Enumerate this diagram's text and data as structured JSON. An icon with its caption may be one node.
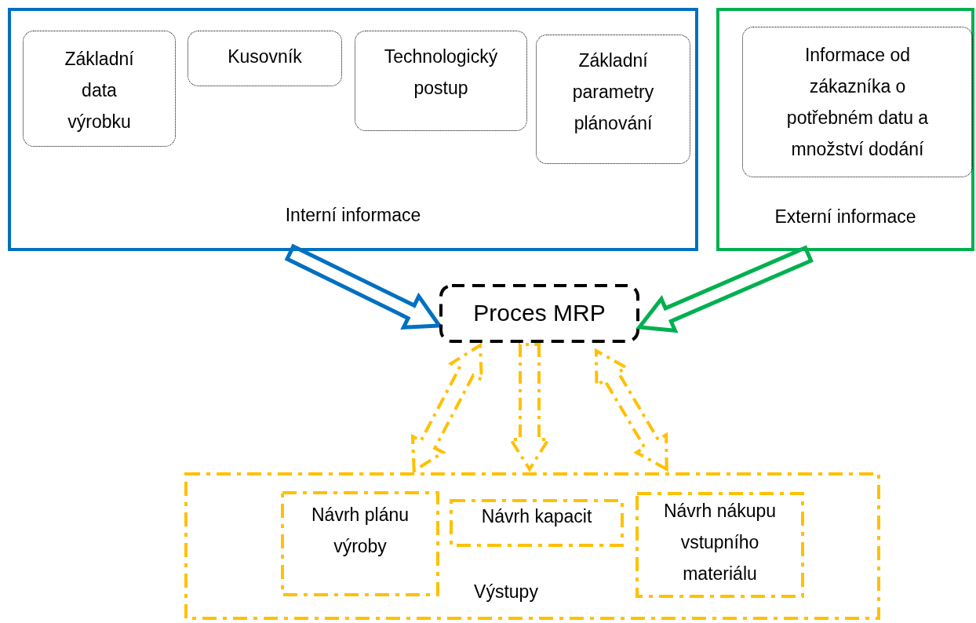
{
  "diagram": {
    "nodes": [
      {
        "text": [
          "Interní informace"
        ]
      },
      {
        "text": [
          "Základní data výrobku"
        ],
        "in": 0
      },
      {
        "text": [
          "Kusovník"
        ],
        "in": 0
      },
      {
        "text": [
          "Technologický postup"
        ],
        "in": 0
      },
      {
        "text": [
          "Základní parametry plánování"
        ],
        "in": 0
      },
      {
        "text": [
          "Externí informace"
        ]
      },
      {
        "text": [
          "Informace od zákazníka o potřebném datu a množství dodání"
        ],
        "in": 5
      },
      {
        "text": [
          "Proces MRP"
        ]
      },
      {
        "text": [
          "Výstupy"
        ]
      },
      {
        "text": [
          "Návrh plánu výroby"
        ],
        "in": 8
      },
      {
        "text": [
          "Návrh kapacit"
        ],
        "in": 8
      },
      {
        "text": [
          "Návrh nákupu vstupního materiálu"
        ],
        "in": 8
      }
    ],
    "edges": [
      {
        "from": 0,
        "to": 7,
        "arrow": "to",
        "style": "thick",
        "color": "#0070c0"
      },
      {
        "from": 5,
        "to": 7,
        "arrow": "to",
        "style": "thick",
        "color": "#00b050"
      },
      {
        "from": 8,
        "to": 7,
        "arrow": "both",
        "style": "dashed",
        "color": "#ffc000"
      },
      {
        "from": 7,
        "to": 8,
        "arrow": "to",
        "style": "dashed",
        "color": "#ffc000"
      },
      {
        "from": 8,
        "to": 7,
        "arrow": "both",
        "style": "dashed",
        "color": "#ffc000"
      }
    ]
  }
}
